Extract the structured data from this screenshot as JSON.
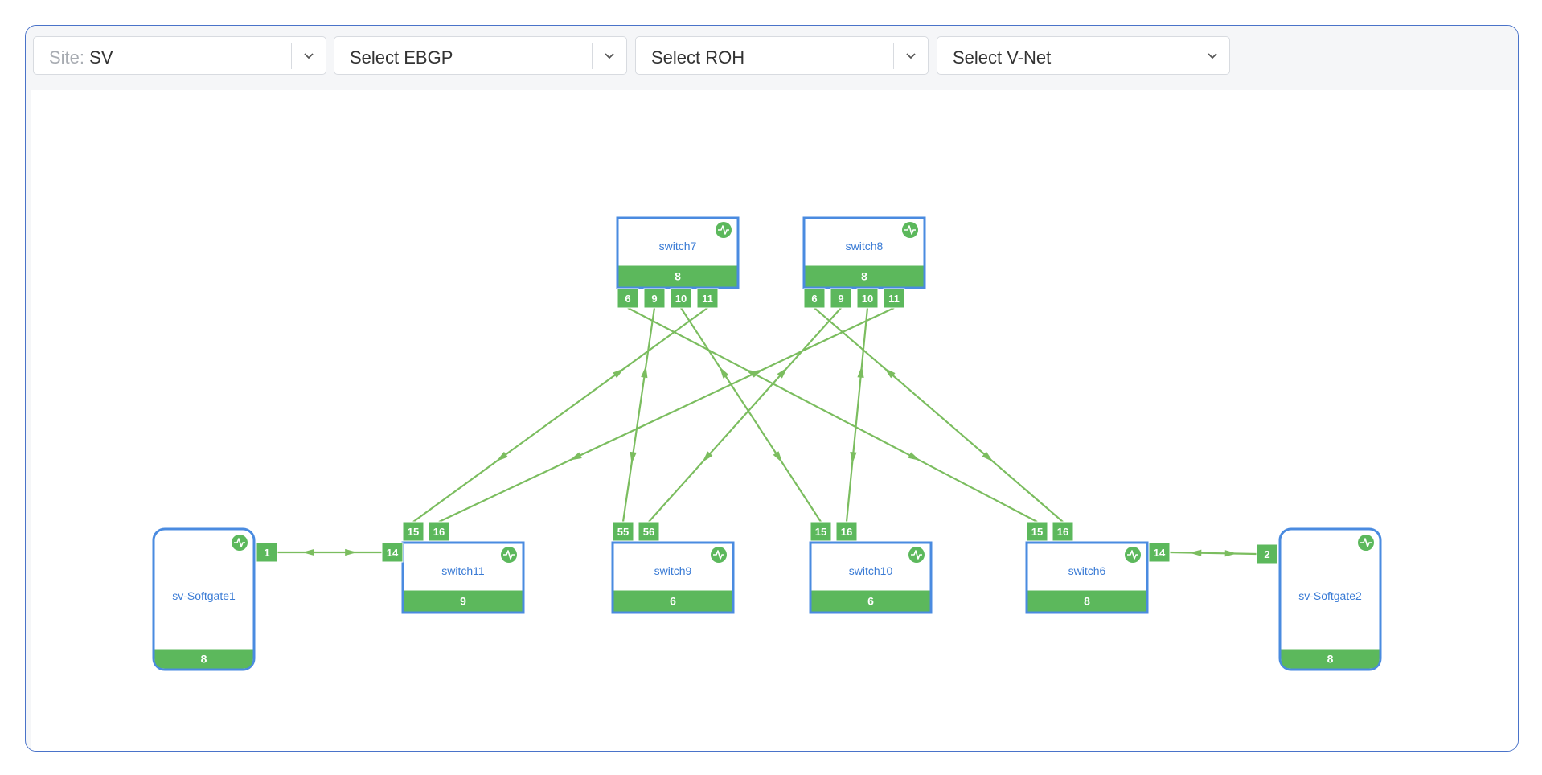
{
  "colors": {
    "frame_border": "#4a73c9",
    "node_border": "#4a8be0",
    "green": "#5cb85c",
    "link": "#7bbd5f",
    "node_label": "#3a7bd5"
  },
  "filters": [
    {
      "prefix": "Site: ",
      "value": "SV"
    },
    {
      "prefix": "",
      "value": "Select EBGP"
    },
    {
      "prefix": "",
      "value": "Select ROH"
    },
    {
      "prefix": "",
      "value": "Select V-Net"
    }
  ],
  "nodes": [
    {
      "id": "switch7",
      "label": "switch7",
      "count": "8",
      "ports": [
        "6",
        "9",
        "10",
        "11"
      ],
      "icon": "activity-icon"
    },
    {
      "id": "switch8",
      "label": "switch8",
      "count": "8",
      "ports": [
        "6",
        "9",
        "10",
        "11"
      ],
      "icon": "activity-icon"
    },
    {
      "id": "switch11",
      "label": "switch11",
      "count": "9",
      "ports": [
        "15",
        "16"
      ],
      "icon": "activity-icon"
    },
    {
      "id": "switch9",
      "label": "switch9",
      "count": "6",
      "ports": [
        "55",
        "56"
      ],
      "icon": "activity-icon"
    },
    {
      "id": "switch10",
      "label": "switch10",
      "count": "6",
      "ports": [
        "15",
        "16"
      ],
      "icon": "activity-icon"
    },
    {
      "id": "switch6",
      "label": "switch6",
      "count": "8",
      "ports": [
        "15",
        "16"
      ],
      "icon": "activity-icon"
    },
    {
      "id": "sv-softgate1",
      "label": "sv-Softgate1",
      "count": "8",
      "ports": [],
      "icon": "activity-icon"
    },
    {
      "id": "sv-softgate2",
      "label": "sv-Softgate2",
      "count": "8",
      "ports": [],
      "icon": "activity-icon"
    }
  ],
  "side_ports": [
    {
      "node": "sv-softgate1",
      "port": "1"
    },
    {
      "node": "switch11",
      "port": "14"
    },
    {
      "node": "switch6",
      "port": "14"
    },
    {
      "node": "sv-softgate2",
      "port": "2"
    }
  ],
  "links": [
    {
      "from": "switch7:6",
      "to": "switch6:15"
    },
    {
      "from": "switch7:9",
      "to": "switch9:55"
    },
    {
      "from": "switch7:10",
      "to": "switch10:15"
    },
    {
      "from": "switch7:11",
      "to": "switch11:15"
    },
    {
      "from": "switch8:6",
      "to": "switch6:16"
    },
    {
      "from": "switch8:9",
      "to": "switch9:56"
    },
    {
      "from": "switch8:10",
      "to": "switch10:16"
    },
    {
      "from": "switch8:11",
      "to": "switch11:16"
    },
    {
      "from": "sv-softgate1:1",
      "to": "switch11:14"
    },
    {
      "from": "switch6:14",
      "to": "sv-softgate2:2"
    }
  ]
}
